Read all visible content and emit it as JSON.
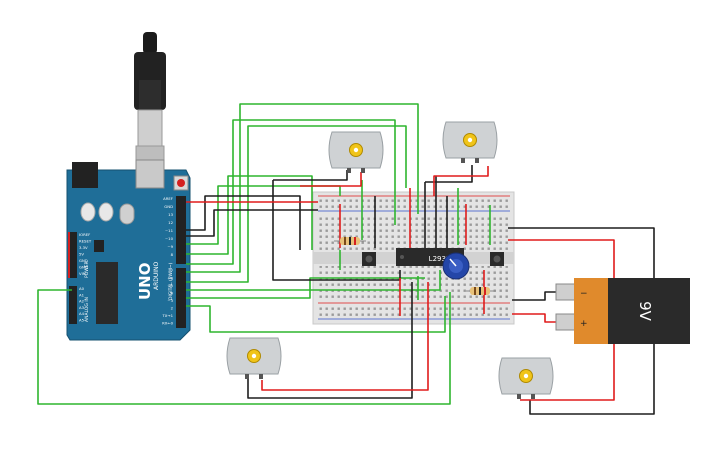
{
  "arduino": {
    "brand": "ARDUINO",
    "model": "UNO",
    "header_digital": "DIGITAL (PWM~)",
    "header_power": "POWER",
    "header_analog": "ANALOG IN",
    "pins_top": [
      "AREF",
      "GND",
      "13",
      "12",
      "~11",
      "~10",
      "~9",
      "8"
    ],
    "pins_bottom": [
      "7",
      "~6",
      "~5",
      "4",
      "~3",
      "2",
      "TX→1",
      "RX←0"
    ],
    "pins_power": [
      "IOREF",
      "RESET",
      "3.3V",
      "5V",
      "GND",
      "GND",
      "VIN"
    ],
    "pins_analog": [
      "A0",
      "A1",
      "A2",
      "A3",
      "A4",
      "A5"
    ],
    "brand_color": "#1f6e98"
  },
  "driver_ic": {
    "label": "L293D"
  },
  "battery": {
    "label": "9V",
    "minus": "−",
    "plus": "+"
  },
  "motors": [
    {
      "name": "motor-top-left"
    },
    {
      "name": "motor-top-right"
    },
    {
      "name": "motor-bottom-left"
    },
    {
      "name": "motor-bottom-right"
    }
  ],
  "wire_colors": {
    "red": "#e01b1b",
    "black": "#1e1e1e",
    "green": "#2fb52f"
  }
}
